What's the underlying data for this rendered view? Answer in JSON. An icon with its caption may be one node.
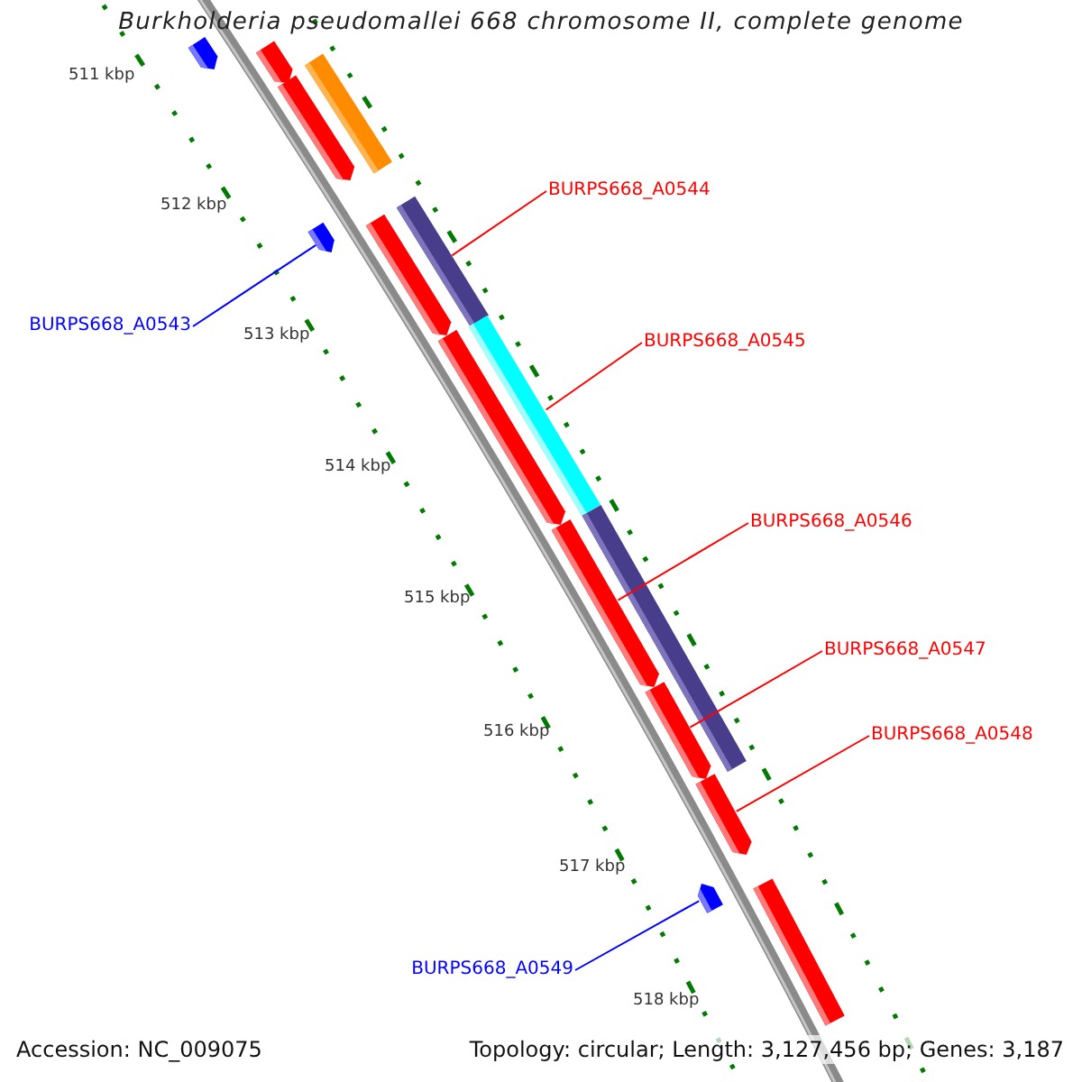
{
  "diagram": {
    "title": "Burkholderia pseudomallei 668 chromosome II, complete genome",
    "nodes": [
      {
        "text": [],
        "shape": "bar"
      },
      {
        "text": [],
        "shape": "bar"
      },
      {
        "text": [],
        "shape": "bar"
      },
      {
        "text": [],
        "shape": "bar"
      },
      {
        "text": [
          "BURPS668_A0544"
        ]
      },
      {
        "text": [],
        "shape": "bar"
      },
      {
        "text": [],
        "shape": "bar"
      },
      {
        "text": [],
        "shape": "bar"
      },
      {
        "text": [
          "BURPS668_A0543"
        ]
      },
      {
        "text": [
          "BURPS668_A0545"
        ]
      },
      {
        "text": [],
        "shape": "bar"
      },
      {
        "text": [],
        "shape": "bar"
      },
      {
        "text": [
          "BURPS668_A0546"
        ]
      },
      {
        "text": [],
        "shape": "bar"
      },
      {
        "text": [],
        "shape": "bar"
      },
      {
        "text": [
          "BURPS668_A0547"
        ]
      },
      {
        "text": [],
        "shape": "bar"
      },
      {
        "text": [
          "BURPS668_A0548"
        ]
      },
      {
        "text": [],
        "shape": "bar"
      },
      {
        "text": [],
        "shape": "bar"
      },
      {
        "text": [],
        "shape": "bar"
      },
      {
        "text": [
          "BURPS668_A0549"
        ]
      }
    ],
    "edges": [
      {
        "from": 8,
        "to": 7,
        "arrow": "none",
        "color": "#0000ff"
      },
      {
        "from": 4,
        "to": 5,
        "arrow": "none"
      },
      {
        "from": 9,
        "to": 10,
        "arrow": "none"
      },
      {
        "from": 12,
        "to": 14,
        "arrow": "none"
      },
      {
        "from": 15,
        "to": 16,
        "arrow": "none"
      },
      {
        "from": 17,
        "to": 18,
        "arrow": "none"
      },
      {
        "from": 21,
        "to": 19,
        "arrow": "none",
        "color": "#0000ff"
      }
    ],
    "labels": [
      "511 kbp",
      "512 kbp",
      "513 kbp",
      "514 kbp",
      "515 kbp",
      "516 kbp",
      "517 kbp",
      "518 kbp",
      "Accession: NC_009075",
      "Topology: circular; Length: 3,127,456 bp; Genes: 3,187"
    ]
  }
}
